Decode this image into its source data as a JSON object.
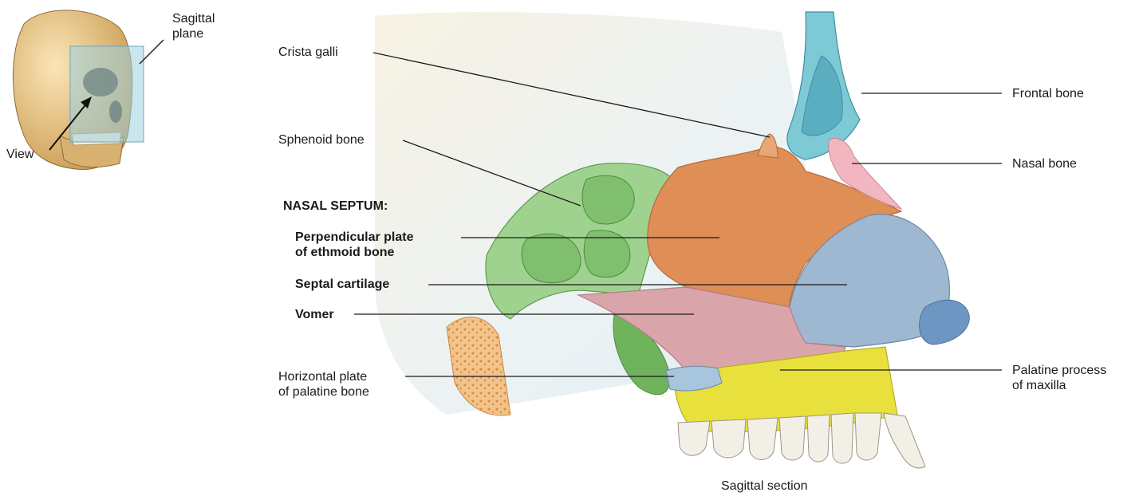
{
  "inset": {
    "sagittal_plane_label": [
      "Sagittal",
      "plane"
    ],
    "view_label": "View"
  },
  "labels": {
    "crista_galli": "Crista galli",
    "sphenoid_bone": "Sphenoid bone",
    "nasal_septum_heading": "NASAL SEPTUM:",
    "perpendicular_plate": [
      "Perpendicular plate",
      "of ethmoid bone"
    ],
    "septal_cartilage": "Septal cartilage",
    "vomer": "Vomer",
    "horizontal_plate": [
      "Horizontal plate",
      "of palatine bone"
    ],
    "frontal_bone": "Frontal bone",
    "nasal_bone": "Nasal bone",
    "palatine_process": [
      "Palatine process",
      "of maxilla"
    ]
  },
  "caption": "Sagittal section",
  "colors": {
    "frontal_bone": "#7ec9d6",
    "nasal_bone": "#f2b6c0",
    "ethmoid_plate": "#df8e55",
    "septal_cartilage": "#9fb8d2",
    "vomer": "#d9a5ab",
    "sphenoid": "#9fd28f",
    "maxilla_palatine_process": "#e8e03c",
    "palatine_horizontal": "#a7c5dc",
    "teeth": "#f2efe6",
    "skull": "#e9c98b"
  }
}
